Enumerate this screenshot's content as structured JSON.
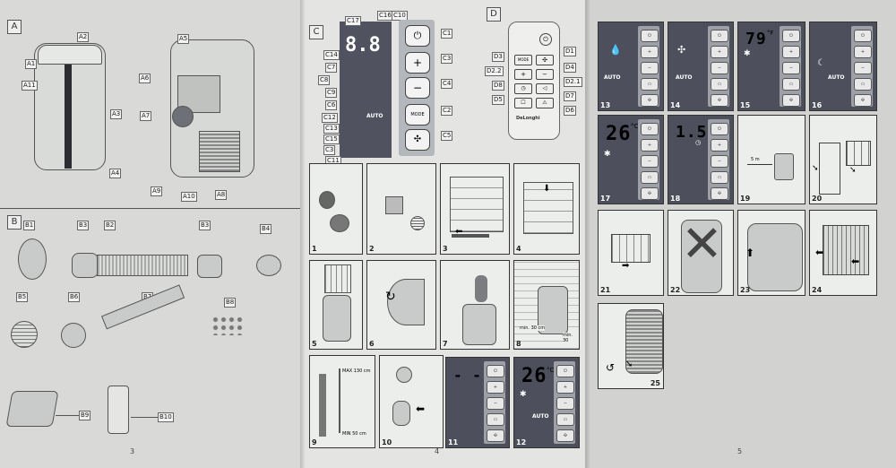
{
  "pages": {
    "left": {
      "page_number": "3",
      "section_a": {
        "letter": "A",
        "labels": [
          "A1",
          "A2",
          "A3",
          "A4",
          "A5",
          "A6",
          "A7",
          "A8",
          "A9",
          "A10",
          "A11"
        ]
      },
      "section_b": {
        "letter": "B",
        "labels": [
          "B1",
          "B2",
          "B3",
          "B3",
          "B4",
          "B5",
          "B6",
          "B7",
          "B8",
          "B9",
          "B10"
        ]
      }
    },
    "middle": {
      "page_number": "4",
      "section_c": {
        "letter": "C",
        "display_digits": "8.8",
        "display_auto": "AUTO",
        "mode_label": "MODE",
        "labels": [
          "C17",
          "C16",
          "C10",
          "C14",
          "C7",
          "C8",
          "C9",
          "C6",
          "C12",
          "C13",
          "C15",
          "C3",
          "C11",
          "C1",
          "C3",
          "C4",
          "C2",
          "C5"
        ]
      },
      "section_d": {
        "letter": "D",
        "brand": "DeLonghi",
        "mode_label": "MODE",
        "labels": [
          "D1",
          "D3",
          "D4",
          "D2.2",
          "D2.1",
          "D8",
          "D7",
          "D5",
          "D6"
        ]
      },
      "figures": [
        "1",
        "2",
        "3",
        "4",
        "5",
        "6",
        "7",
        "8",
        "9",
        "10",
        "11",
        "12"
      ],
      "fig8_dims": {
        "a": "min. 30 cm",
        "b": "min. 30"
      },
      "fig9_dims": {
        "a": "MAX 130 cm",
        "b": "MIN 50 cm"
      },
      "fig11_display": "- -",
      "fig12_display": "26",
      "fig12_unit": "°C",
      "fig12_auto": "AUTO"
    },
    "right": {
      "page_number": "5",
      "figures": [
        "13",
        "14",
        "15",
        "16",
        "17",
        "18",
        "19",
        "20",
        "21",
        "22",
        "23",
        "24",
        "25"
      ],
      "fig13_auto": "AUTO",
      "fig14_auto": "AUTO",
      "fig15_display": "79",
      "fig15_unit": "°F",
      "fig16_auto": "AUTO",
      "fig17_display": "26",
      "fig17_unit": "°C",
      "fig18_display": "1.5",
      "fig18_unit": "h",
      "fig19_dim": "5 m"
    }
  }
}
